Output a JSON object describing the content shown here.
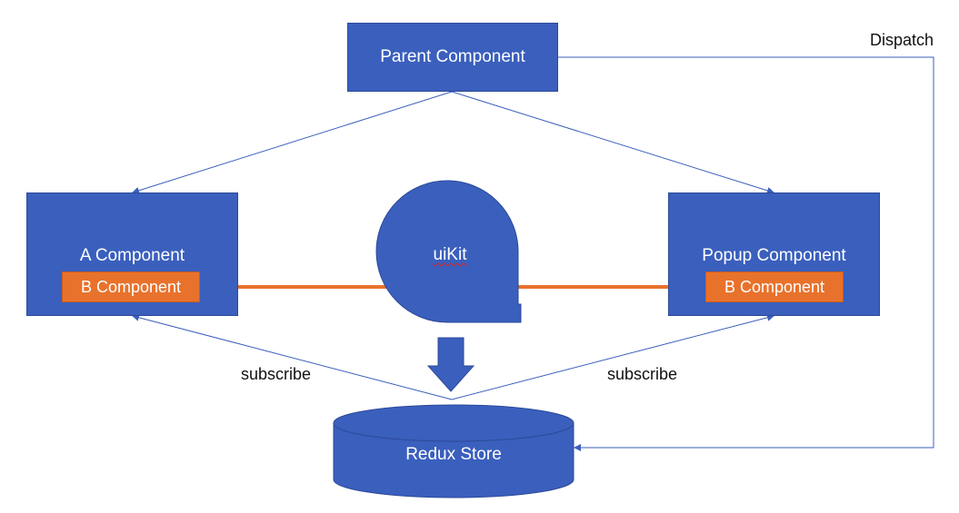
{
  "nodes": {
    "parent": "Parent Component",
    "a": "A Component",
    "b_left": "B Component",
    "popup": "Popup Component",
    "b_right": "B Component",
    "uikit": "uiKit",
    "store": "Redux Store"
  },
  "edge_labels": {
    "dispatch": "Dispatch",
    "subscribe_left": "subscribe",
    "subscribe_right": "subscribe"
  },
  "colors": {
    "node_blue": "#3a5fbd",
    "orange": "#e8722c",
    "line_blue": "#3a5fbd"
  }
}
